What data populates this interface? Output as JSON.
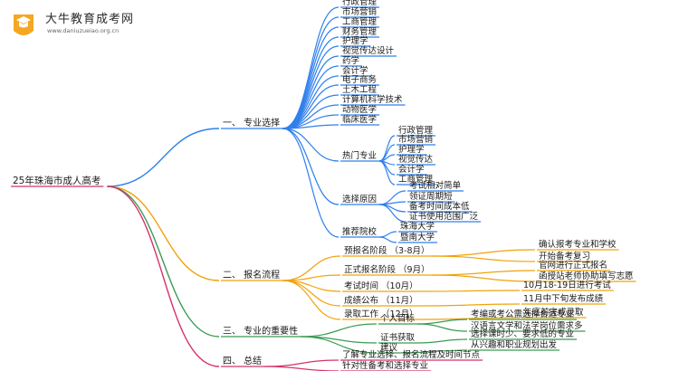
{
  "logo": {
    "title": "大牛教育成考网",
    "url": "www.daniuzueiao.org.cn",
    "badge_icon": "graduation-cap-icon",
    "badge_color": "#f5a623"
  },
  "colors": {
    "blue": "#2f80ed",
    "green": "#3a9b52",
    "orange": "#f0a30a",
    "magenta": "#d6336c"
  },
  "mindmap": {
    "root": "25年珠海市成人高考",
    "branches": [
      {
        "label": "一、 专业选择",
        "color": "blue",
        "children": [
          {
            "label": "行政管理",
            "children": []
          },
          {
            "label": "市场营销",
            "children": []
          },
          {
            "label": "工商管理",
            "children": []
          },
          {
            "label": "财务管理",
            "children": []
          },
          {
            "label": "护理学",
            "children": []
          },
          {
            "label": "视觉传达设计",
            "children": []
          },
          {
            "label": "药学",
            "children": []
          },
          {
            "label": "会计学",
            "children": []
          },
          {
            "label": "电子商务",
            "children": []
          },
          {
            "label": "土木工程",
            "children": []
          },
          {
            "label": "计算机科学技术",
            "children": []
          },
          {
            "label": "动物医学",
            "children": []
          },
          {
            "label": "临床医学",
            "children": []
          },
          {
            "label": "热门专业",
            "children": [
              "行政管理",
              "市场营销",
              "护理学",
              "视觉传达",
              "会计学",
              "工商管理"
            ]
          },
          {
            "label": "选择原因",
            "children": [
              "考试相对简单",
              "领证周期短",
              "备考时间成本低",
              "证书使用范围广泛"
            ]
          },
          {
            "label": "推荐院校",
            "children": [
              "珠海大学",
              "暨南大学"
            ]
          }
        ]
      },
      {
        "label": "二、 报名流程",
        "color": "orange",
        "children": [
          {
            "label": "预报名阶段 （3-8月）",
            "children": [
              "确认报考专业和学校",
              "开始备考复习"
            ]
          },
          {
            "label": "正式报名阶段 （9月）",
            "children": [
              "官网进行正式报名",
              "函授站老师协助填写志愿"
            ]
          },
          {
            "label": "考试时间 （10月）",
            "children": [
              "10月18-19日进行考试"
            ]
          },
          {
            "label": "成绩公布 （11月）",
            "children": [
              "11月中下旬发布成绩"
            ]
          },
          {
            "label": "录取工作 （12月）",
            "children": [
              "年底前完成录取"
            ]
          }
        ]
      },
      {
        "label": "三、 专业的重要性",
        "color": "green",
        "children": [
          {
            "label": "个人目标",
            "children": [
              "考编或考公需选择合适专业",
              "汉语言文学和法学岗位需求多"
            ]
          },
          {
            "label": "证书获取",
            "children": [
              "选择课时少、要求低的专业"
            ]
          },
          {
            "label": "建议",
            "children": [
              "从兴趣和职业规划出发"
            ]
          }
        ]
      },
      {
        "label": "四、 总结",
        "color": "magenta",
        "children": [
          {
            "label": "了解专业选择、报名流程及时间节点",
            "children": []
          },
          {
            "label": "针对性备考和选择专业",
            "children": []
          }
        ]
      }
    ]
  }
}
